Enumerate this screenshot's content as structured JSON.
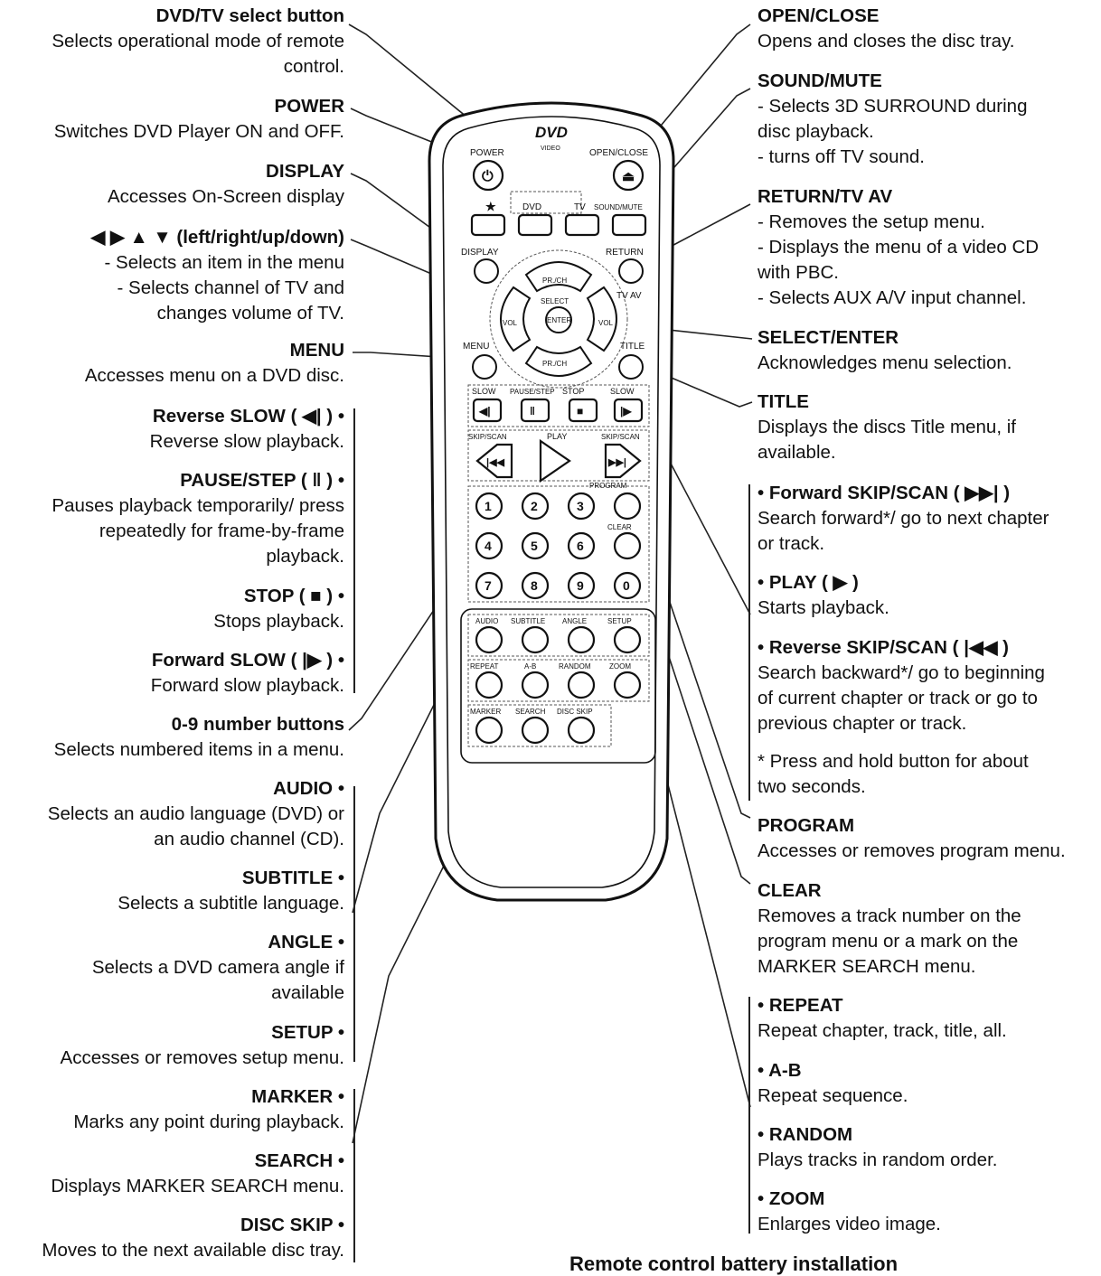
{
  "left_labels": [
    {
      "title": "DVD/TV select button",
      "desc": "Selects operational mode of remote\ncontrol."
    },
    {
      "title": "POWER",
      "desc": "Switches DVD Player ON and OFF."
    },
    {
      "title": "DISPLAY",
      "desc": "Accesses On-Screen display"
    },
    {
      "title": "◀ ▶ ▲ ▼ (left/right/up/down)",
      "desc": "- Selects an item in the menu\n- Selects channel of TV and\nchanges volume of TV."
    },
    {
      "title": "MENU",
      "desc": "Accesses menu on a DVD disc."
    },
    {
      "title": "Reverse SLOW ( ◀| ) •",
      "desc": "Reverse slow playback."
    },
    {
      "title": "PAUSE/STEP ( ‖ ) •",
      "desc": "Pauses playback temporarily/ press\nrepeatedly for frame-by-frame\nplayback."
    },
    {
      "title": "STOP ( ■ ) •",
      "desc": "Stops playback."
    },
    {
      "title": "Forward SLOW ( |▶ ) •",
      "desc": "Forward slow playback."
    },
    {
      "title": "0-9 number buttons",
      "desc": "Selects numbered items in a menu."
    },
    {
      "title": "AUDIO •",
      "desc": "Selects an audio language (DVD) or\nan audio channel (CD)."
    },
    {
      "title": "SUBTITLE •",
      "desc": "Selects a subtitle language."
    },
    {
      "title": "ANGLE •",
      "desc": "Selects a DVD camera angle if\navailable"
    },
    {
      "title": "SETUP •",
      "desc": "Accesses or removes setup menu."
    },
    {
      "title": "MARKER •",
      "desc": "Marks any point during playback."
    },
    {
      "title": "SEARCH •",
      "desc": "Displays MARKER SEARCH menu."
    },
    {
      "title": "DISC SKIP •",
      "desc": "Moves to the next available disc tray."
    }
  ],
  "right_labels": [
    {
      "title": "OPEN/CLOSE",
      "desc": "Opens and closes the disc tray."
    },
    {
      "title": "SOUND/MUTE",
      "desc": "- Selects 3D SURROUND during\n  disc playback.\n- turns off TV sound."
    },
    {
      "title": "RETURN/TV AV",
      "desc": "- Removes the setup menu.\n- Displays the menu of a video CD\n  with PBC.\n- Selects AUX A/V input channel."
    },
    {
      "title": "SELECT/ENTER",
      "desc": "Acknowledges menu selection."
    },
    {
      "title": "TITLE",
      "desc": "Displays the discs Title menu, if\navailable."
    },
    {
      "title": "• Forward SKIP/SCAN ( ▶▶| )",
      "desc": "Search forward*/ go to next chapter\nor track."
    },
    {
      "title": "• PLAY ( ▶ )",
      "desc": "Starts playback."
    },
    {
      "title": "• Reverse SKIP/SCAN ( |◀◀ )",
      "desc": "Search backward*/ go to beginning\nof current chapter or track or go to\nprevious chapter or track."
    },
    {
      "title": "",
      "desc": "* Press and hold button for about\ntwo seconds."
    },
    {
      "title": "PROGRAM",
      "desc": "Accesses or removes program menu."
    },
    {
      "title": "CLEAR",
      "desc": "Removes a track number on the\nprogram menu or a mark on the\nMARKER SEARCH menu."
    },
    {
      "title": "• REPEAT",
      "desc": "Repeat chapter, track, title, all."
    },
    {
      "title": "• A-B",
      "desc": "Repeat sequence."
    },
    {
      "title": "• RANDOM",
      "desc": "Plays tracks in random order."
    },
    {
      "title": "• ZOOM",
      "desc": "Enlarges video image."
    }
  ],
  "remote": {
    "logo": "DVD",
    "logo_sub": "VIDEO",
    "power": "POWER",
    "open_close": "OPEN/CLOSE",
    "star": "★",
    "dvd": "DVD",
    "tv": "TV",
    "sound_mute": "SOUND/MUTE",
    "display": "DISPLAY",
    "return": "RETURN",
    "tv_av": "TV AV",
    "pr_ch": "PR./CH",
    "select": "SELECT",
    "enter": "ENTER",
    "vol": "VOL",
    "menu": "MENU",
    "title": "TITLE",
    "slow": "SLOW",
    "pause_step": "PAUSE/STEP",
    "stop": "STOP",
    "skip_scan": "SKIP/SCAN",
    "play": "PLAY",
    "program": "PROGRAM",
    "clear": "CLEAR",
    "digits": [
      "1",
      "2",
      "3",
      "4",
      "5",
      "6",
      "7",
      "8",
      "9",
      "0"
    ],
    "audio": "AUDIO",
    "subtitle": "SUBTITLE",
    "angle": "ANGLE",
    "setup": "SETUP",
    "repeat": "REPEAT",
    "ab": "A-B",
    "random": "RANDOM",
    "zoom": "ZOOM",
    "marker": "MARKER",
    "search": "SEARCH",
    "disc_skip": "DISC SKIP"
  },
  "footer": {
    "heading": "Remote control battery installation"
  }
}
